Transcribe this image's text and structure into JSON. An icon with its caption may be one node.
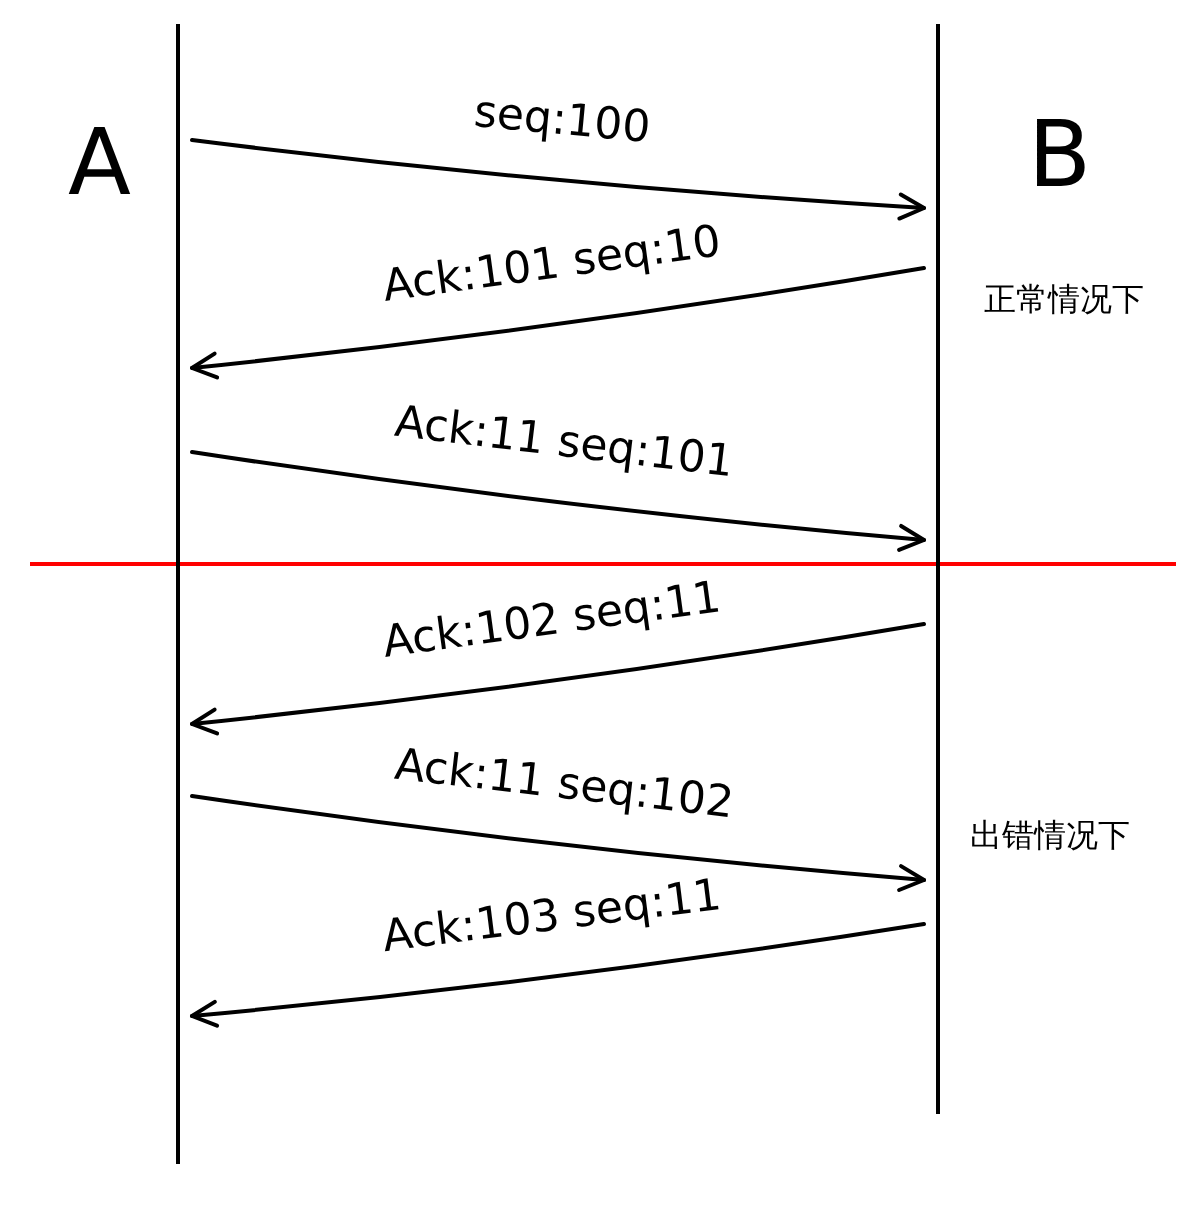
{
  "diagram": {
    "nodes": [
      {
        "text": [
          "A"
        ]
      },
      {
        "text": [
          "B"
        ]
      }
    ],
    "edges": [
      {
        "from": 0,
        "to": 1,
        "arrow": "to",
        "label": "seq:100"
      },
      {
        "from": 1,
        "to": 0,
        "arrow": "to",
        "label": "Ack:101 seq:10"
      },
      {
        "from": 0,
        "to": 1,
        "arrow": "to",
        "label": "Ack:11 seq:101"
      },
      {
        "from": 1,
        "to": 0,
        "arrow": "to",
        "label": "Ack:102 seq:11"
      },
      {
        "from": 0,
        "to": 1,
        "arrow": "to",
        "label": "Ack:11 seq:102"
      },
      {
        "from": 1,
        "to": 0,
        "arrow": "to",
        "label": "Ack:103 seq:11"
      }
    ],
    "labels": [
      "正常情况下",
      "出错情况下"
    ]
  }
}
